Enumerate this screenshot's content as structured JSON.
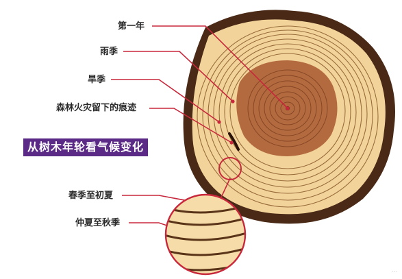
{
  "title": "从树木年轮看气候变化",
  "labels": {
    "first_year": "第一年",
    "rainy_season": "雨季",
    "dry_season": "旱季",
    "fire_scar": "森林火灾留下的痕迹",
    "spring_early_summer": "春季至初夏",
    "midsummer_autumn": "仲夏至秋季"
  },
  "watermark": "···",
  "colors": {
    "bark": "#4a2a16",
    "sapwood": "#f2d49a",
    "heartwood": "#b46a3f",
    "ring_line": "#8a5a2c",
    "callout": "#c8283c",
    "banner": "#5a2a86"
  }
}
